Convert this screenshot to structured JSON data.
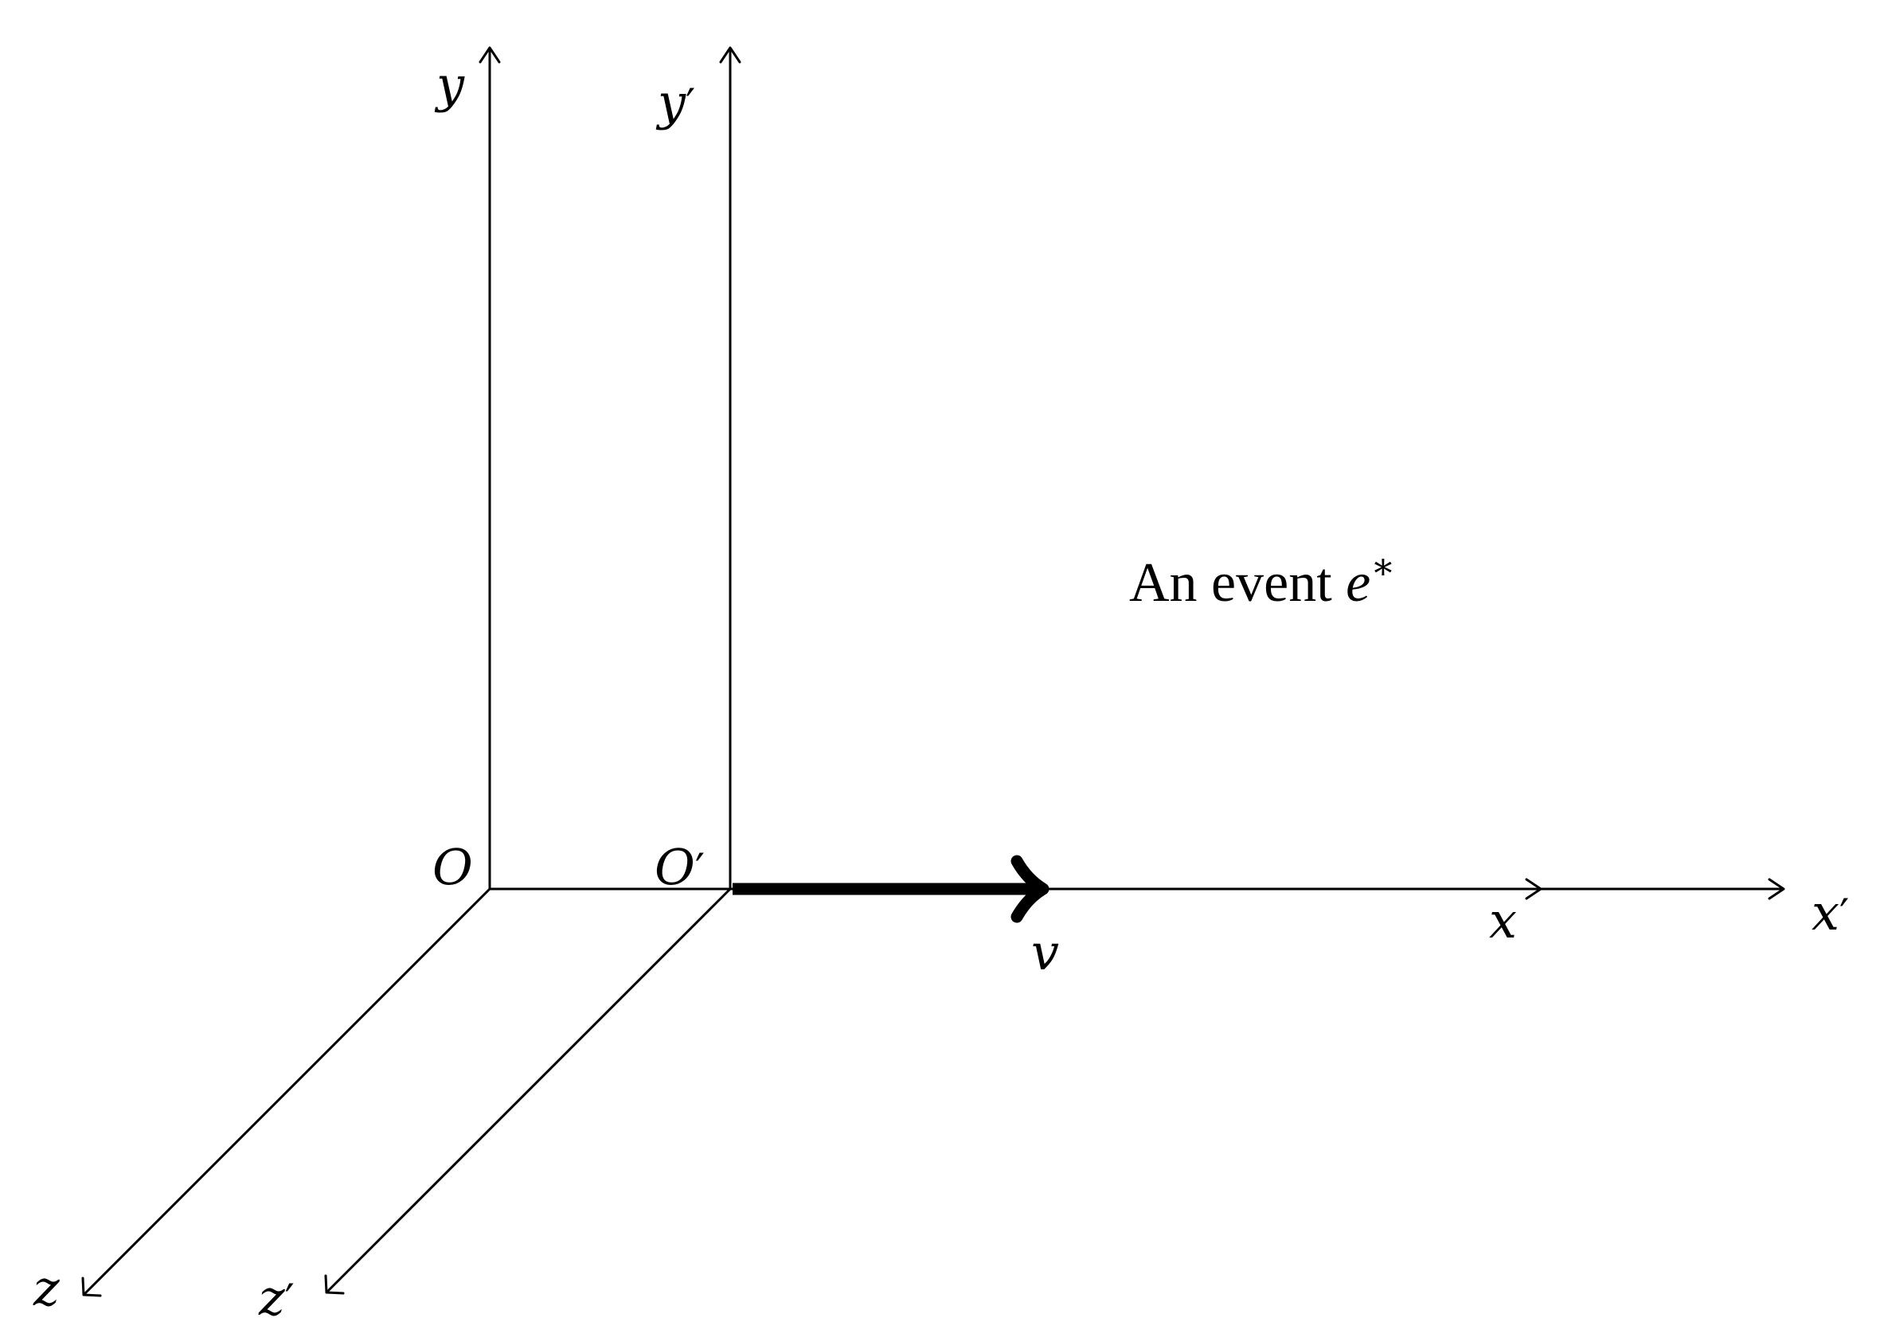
{
  "axes": {
    "unprimed": {
      "x": "x",
      "y": "y",
      "z": "z",
      "origin": "O"
    },
    "primed": {
      "x": "x",
      "y": "y",
      "z": "z",
      "origin": "O",
      "prime_mark": "′"
    }
  },
  "velocity": {
    "label": "v"
  },
  "event": {
    "prefix": "An event ",
    "symbol": "e",
    "superscript": "∗"
  }
}
